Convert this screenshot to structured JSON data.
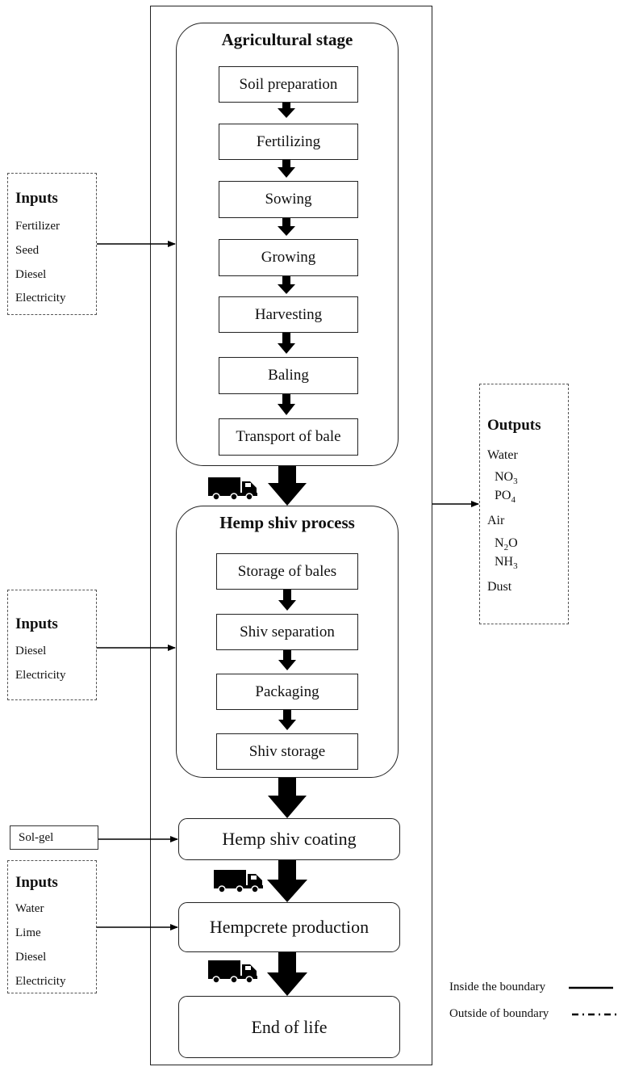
{
  "agricultural_stage": {
    "title": "Agricultural stage",
    "steps": [
      "Soil preparation",
      "Fertilizing",
      "Sowing",
      "Growing",
      "Harvesting",
      "Baling",
      "Transport of bale"
    ]
  },
  "hemp_shiv_process": {
    "title": "Hemp shiv process",
    "steps": [
      "Storage of bales",
      "Shiv separation",
      "Packaging",
      "Shiv storage"
    ]
  },
  "coating": {
    "label": "Hemp shiv coating",
    "input": "Sol-gel"
  },
  "production": {
    "label": "Hempcrete production"
  },
  "end_of_life": {
    "label": "End of life"
  },
  "inputs_agricultural": {
    "title": "Inputs",
    "items": [
      "Fertilizer",
      "Seed",
      "Diesel",
      "Electricity"
    ]
  },
  "inputs_shiv": {
    "title": "Inputs",
    "items": [
      "Diesel",
      "Electricity"
    ]
  },
  "inputs_hempcrete": {
    "title": "Inputs",
    "items": [
      "Water",
      "Lime",
      "Diesel",
      "Electricity"
    ]
  },
  "outputs": {
    "title": "Outputs",
    "water": "Water",
    "no3": {
      "base": "NO",
      "sub": "3"
    },
    "po4": {
      "base": "PO",
      "sub": "4"
    },
    "air": "Air",
    "n2o": {
      "base": "N",
      "sub": "2",
      "tail": "O"
    },
    "nh3": {
      "base": "NH",
      "sub": "3"
    },
    "dust": "Dust"
  },
  "legend": {
    "inside": "Inside the boundary",
    "outside": "Outside of boundary"
  },
  "icons": [
    "truck-icon"
  ]
}
